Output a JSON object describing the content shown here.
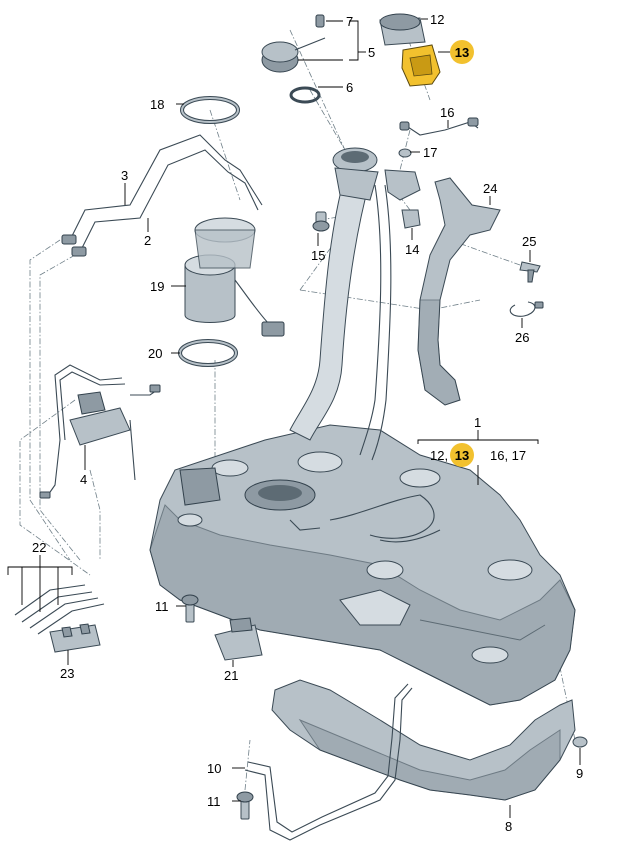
{
  "diagram": {
    "highlight_color": "#f2c12e",
    "part_color": "#b7c1c8",
    "callouts": {
      "c1": "1",
      "c2": "2",
      "c3": "3",
      "c4": "4",
      "c5": "5",
      "c6": "6",
      "c7": "7",
      "c8": "8",
      "c9": "9",
      "c10": "10",
      "c11a": "11",
      "c11b": "11",
      "c12": "12",
      "c13": "13",
      "c14": "14",
      "c15": "15",
      "c16": "16",
      "c17": "17",
      "c18": "18",
      "c19": "19",
      "c20": "20",
      "c21": "21",
      "c22": "22",
      "c23": "23",
      "c24": "24",
      "c25": "25",
      "c26": "26"
    },
    "group_1": {
      "left": "12,",
      "highlight": "13",
      "right": "16, 17"
    }
  }
}
